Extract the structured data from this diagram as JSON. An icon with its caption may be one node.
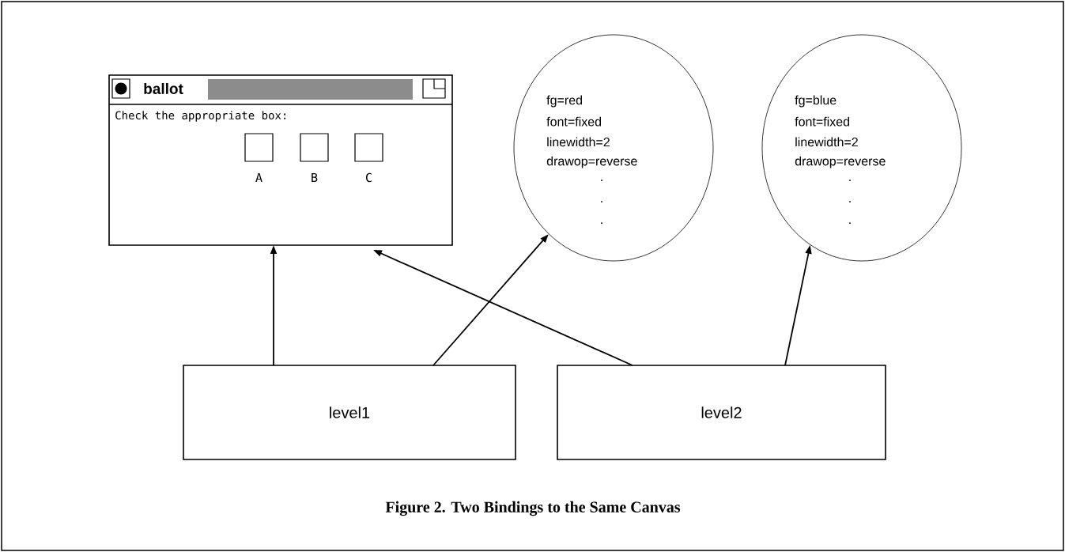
{
  "diagram": {
    "caption": "Figure 2. Two Bindings to the Same Canvas",
    "nodes": [
      {
        "text": [
          "ballot",
          "Check the appropriate box:"
        ]
      },
      {
        "text": [
          "A"
        ],
        "in": 0
      },
      {
        "text": [
          "B"
        ],
        "in": 0
      },
      {
        "text": [
          "C"
        ],
        "in": 0
      },
      {
        "text": [
          "fg=red",
          "font=fixed",
          "linewidth=2",
          "drawop=reverse",
          ".",
          ".",
          "."
        ]
      },
      {
        "text": [
          "fg=blue",
          "font=fixed",
          "linewidth=2",
          "drawop=reverse",
          ".",
          ".",
          "."
        ]
      },
      {
        "text": [
          "level1"
        ]
      },
      {
        "text": [
          "level2"
        ]
      }
    ],
    "edges": [
      {
        "from": 6,
        "to": 0,
        "arrow": "to"
      },
      {
        "from": 6,
        "to": 4,
        "arrow": "to"
      },
      {
        "from": 7,
        "to": 0,
        "arrow": "to"
      },
      {
        "from": 7,
        "to": 5,
        "arrow": "to"
      }
    ]
  }
}
